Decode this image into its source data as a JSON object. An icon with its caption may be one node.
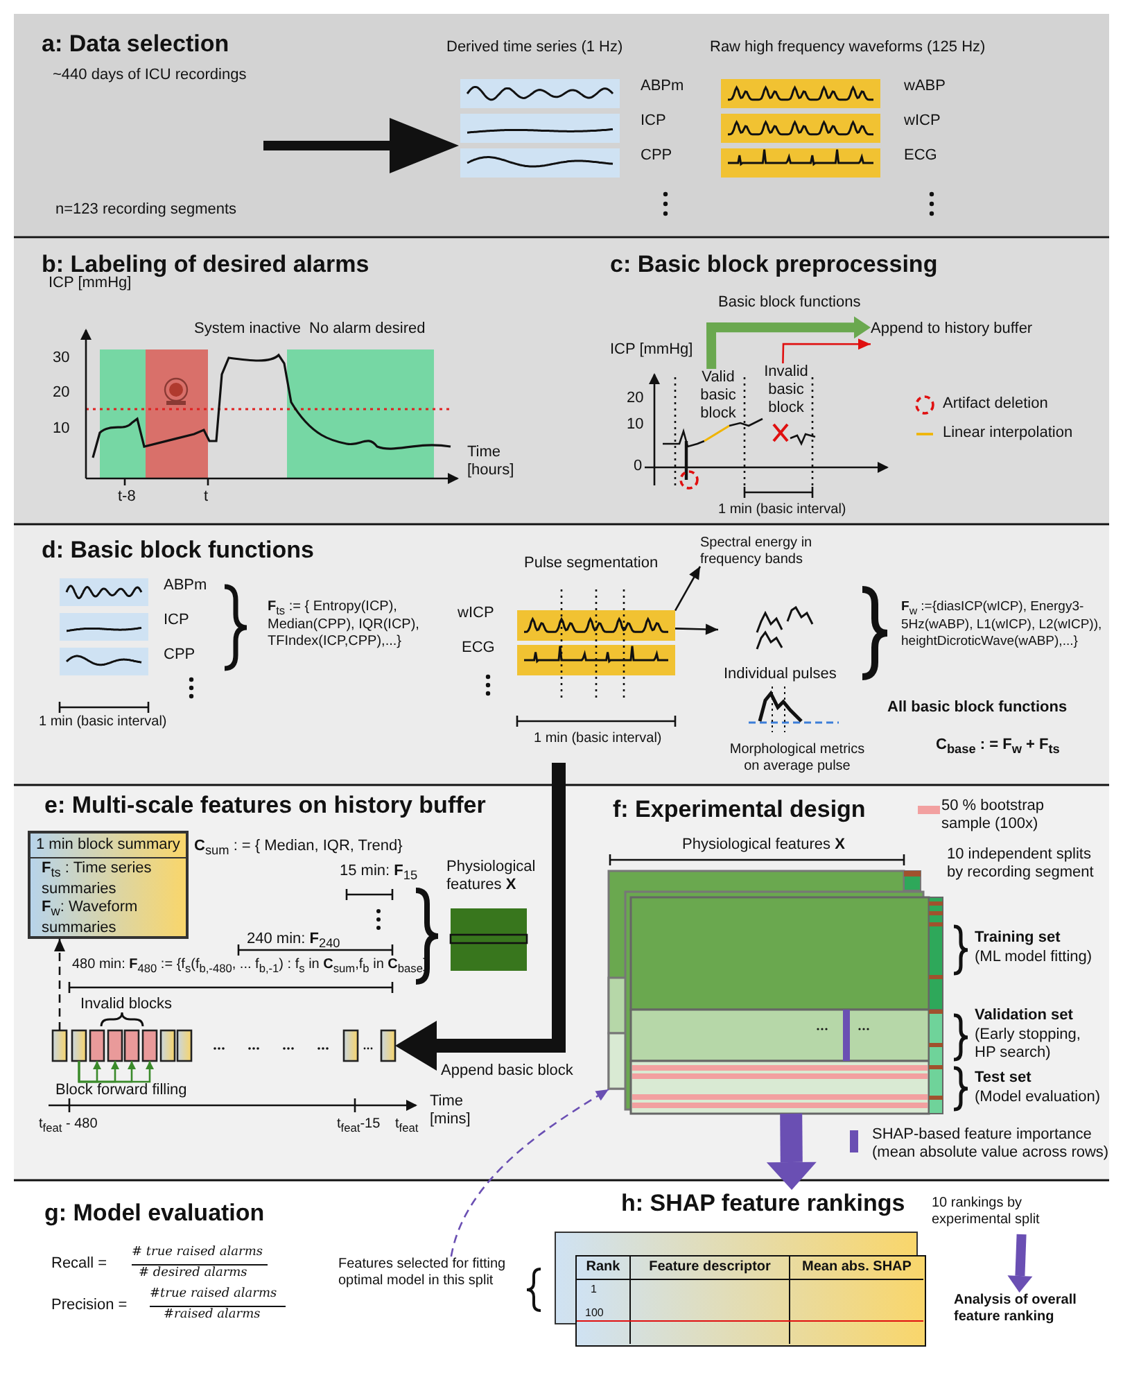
{
  "diagram": {
    "nodes": [
      {
        "text": [
          "Derived time series (1 Hz)"
        ]
      },
      {
        "text": [
          "Valid basic block"
        ]
      },
      {
        "text": [
          "Invalid basic block"
        ]
      },
      {
        "text": [
          "Append to history buffer"
        ]
      },
      {
        "text": [
          "Pulse segmentation"
        ]
      },
      {
        "text": [
          "Spectral energy in frequency bands"
        ]
      },
      {
        "text": [
          "Individual pulses"
        ]
      },
      {
        "text": [],
        "shape": "box"
      },
      {
        "text": [],
        "shape": "box"
      },
      {
        "text": [],
        "shape": "box"
      },
      {
        "text": [],
        "shape": "box"
      },
      {
        "text": [],
        "shape": "box"
      },
      {
        "text": [],
        "shape": "box"
      },
      {
        "text": [],
        "shape": "box"
      },
      {
        "text": [],
        "shape": "box"
      },
      {
        "text": [],
        "shape": "box"
      },
      {
        "text": [],
        "shape": "box"
      },
      {
        "text": [
          "1 min block summary",
          "**F**$_{ts}$ : Time series summaries",
          "**F**$_{w}$: Waveform summaries"
        ]
      },
      {
        "text": [],
        "shape": "box"
      },
      {
        "text": [
          "Features selected for fitting optimal model in this split"
        ]
      },
      {
        "text": [
          "h: SHAP feature rankings",
          "Rank",
          "Feature descriptor",
          "Mean abs. SHAP",
          "1",
          "100"
        ]
      },
      {
        "text": [
          "10 rankings by experimental split"
        ]
      },
      {
        "text": [
          "Analysis of overall feature ranking"
        ]
      },
      {
        "text": [
          "Raw high frequency waveforms (125 Hz)"
        ]
      }
    ],
    "edges": [
      {
        "from": null,
        "to": 0,
        "arrow": "to",
        "style": "thick"
      },
      {
        "from": 1,
        "to": 3,
        "arrow": "to",
        "label": "Basic block functions",
        "style": "thick",
        "color": "#6aa84f"
      },
      {
        "from": 2,
        "to": 3,
        "arrow": "to",
        "color": "#e01010"
      },
      {
        "from": 4,
        "to": 5,
        "arrow": "to"
      },
      {
        "from": 4,
        "to": 6,
        "arrow": "to"
      },
      {
        "from": null,
        "to": 16,
        "arrow": "to",
        "label": "Append basic block",
        "style": "thick"
      },
      {
        "from": 7,
        "to": 17,
        "arrow": "to",
        "style": "dashed"
      },
      {
        "from": 19,
        "to": 18,
        "arrow": "to",
        "style": "dashed",
        "color": "#6a4fb3"
      },
      {
        "from": 18,
        "to": 20,
        "arrow": "to",
        "style": "thick",
        "color": "#6a4fb3"
      },
      {
        "from": 21,
        "to": 22,
        "arrow": "to",
        "style": "thick",
        "color": "#6a4fb3"
      },
      {
        "from": 8,
        "to": 9,
        "arrow": "to",
        "color": "#3a8a2a"
      },
      {
        "from": 8,
        "to": 10,
        "arrow": "to",
        "color": "#3a8a2a"
      },
      {
        "from": 8,
        "to": 11,
        "arrow": "to",
        "color": "#3a8a2a"
      },
      {
        "from": 8,
        "to": 12,
        "arrow": "to",
        "color": "#3a8a2a"
      }
    ],
    "labels": [
      "a: Data selection",
      "~440 days of ICU recordings",
      "ABPm",
      "ICP",
      "CPP",
      "wABP",
      "wICP",
      "ECG",
      "n=123 recording segments",
      "b: Labeling of desired alarms",
      "ICP [mmHg]",
      "System inactive",
      "No alarm desired",
      "30",
      "20",
      "10",
      "Time [hours]",
      "t-8",
      "t",
      "c: Basic block preprocessing",
      "ICP [mmHg]",
      "20",
      "10",
      "0",
      "1 min (basic interval)",
      "d: Basic block functions",
      "ABPm",
      "ICP",
      "CPP",
      "**F**$_{ts}$ := { Entropy(ICP), Median(CPP), IQR(ICP), TFIndex(ICP,CPP),...}",
      "1 min (basic interval)",
      "wICP",
      "ECG",
      "1 min (basic interval)",
      "Morphological metrics on average pulse",
      "**F**$_{w}$ :={diasICP(wICP), Energy3-5Hz(wABP), L1(wICP), L2(wICP)), heightDicroticWave(wABP),...}",
      "All basic block functions",
      "C$_{base}$ : = F$_{w}$ + F$_{ts}$",
      "e: Multi-scale features on history buffer",
      "**C**$_{sum}$ : = { Median, IQR, Trend}",
      "15 min: **F**$_{15}$",
      "240 min: **F**$_{240}$",
      "480 min: **F**$_{480}$ := {f$_{s}$(f$_{b,-480}$, ... f$_{b,-1}$) : f$_{s}$ in **C**$_{sum}$,f$_{b}$ in **C**$_{base}$}",
      "Physiological features **X**",
      "Invalid blocks",
      "Block forward filling",
      "Time [mins]",
      "t$_{feat}$ - 480",
      "t$_{feat}$-15",
      "t$_{feat}$",
      "f: Experimental design",
      "Physiological features **X**",
      "10 independent splits by recording segment",
      "Training set",
      "(ML model fitting)",
      "Validation set",
      "(Early stopping, HP search)",
      "Test set",
      "(Model evaluation)",
      "g: Model evaluation",
      "Recall =",
      "# true raised alarms",
      "# desired alarms",
      "Precision =",
      "#true raised alarms",
      "#raised alarms"
    ],
    "legend": [
      {
        "text": "Artifact deletion"
      },
      {
        "text": "Linear interpolation"
      },
      {
        "text": "50 % bootstrap sample (100x)",
        "color": "#f2a0a0"
      },
      {
        "text": "SHAP-based feature importance (mean absolute value across rows)",
        "color": "#6a4fb3"
      }
    ]
  }
}
